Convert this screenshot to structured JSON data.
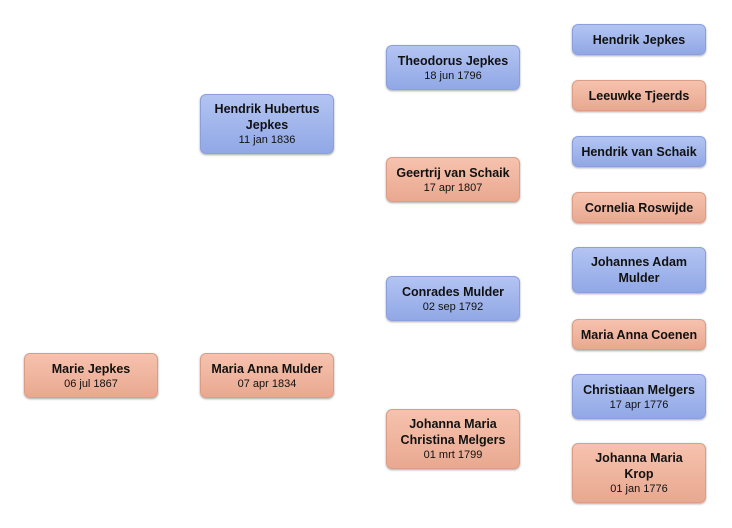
{
  "people": {
    "p1": {
      "name": "Marie Jepkes",
      "date": "06 jul 1867",
      "gender": "female"
    },
    "p2": {
      "name": "Hendrik Hubertus Jepkes",
      "date": "11 jan 1836",
      "gender": "male"
    },
    "p3": {
      "name": "Maria Anna Mulder",
      "date": "07 apr 1834",
      "gender": "female"
    },
    "p4": {
      "name": "Theodorus Jepkes",
      "date": "18 jun 1796",
      "gender": "male"
    },
    "p5": {
      "name": "Geertrij van Schaik",
      "date": "17 apr 1807",
      "gender": "female"
    },
    "p6": {
      "name": "Conrades Mulder",
      "date": "02 sep 1792",
      "gender": "male"
    },
    "p7": {
      "name": "Johanna Maria Christina Melgers",
      "date": "01 mrt 1799",
      "gender": "female"
    },
    "p8": {
      "name": "Hendrik Jepkes",
      "date": "",
      "gender": "male"
    },
    "p9": {
      "name": "Leeuwke Tjeerds",
      "date": "",
      "gender": "female"
    },
    "p10": {
      "name": "Hendrik van Schaik",
      "date": "",
      "gender": "male"
    },
    "p11": {
      "name": "Cornelia Roswijde",
      "date": "",
      "gender": "female"
    },
    "p12": {
      "name": "Johannes Adam Mulder",
      "date": "",
      "gender": "male"
    },
    "p13": {
      "name": "Maria Anna Coenen",
      "date": "",
      "gender": "female"
    },
    "p14": {
      "name": "Christiaan Melgers",
      "date": "17 apr 1776",
      "gender": "male"
    },
    "p15": {
      "name": "Johanna Maria Krop",
      "date": "01 jan 1776",
      "gender": "female"
    }
  },
  "colors": {
    "male": "#a5b8ee",
    "female": "#f0b49e"
  }
}
